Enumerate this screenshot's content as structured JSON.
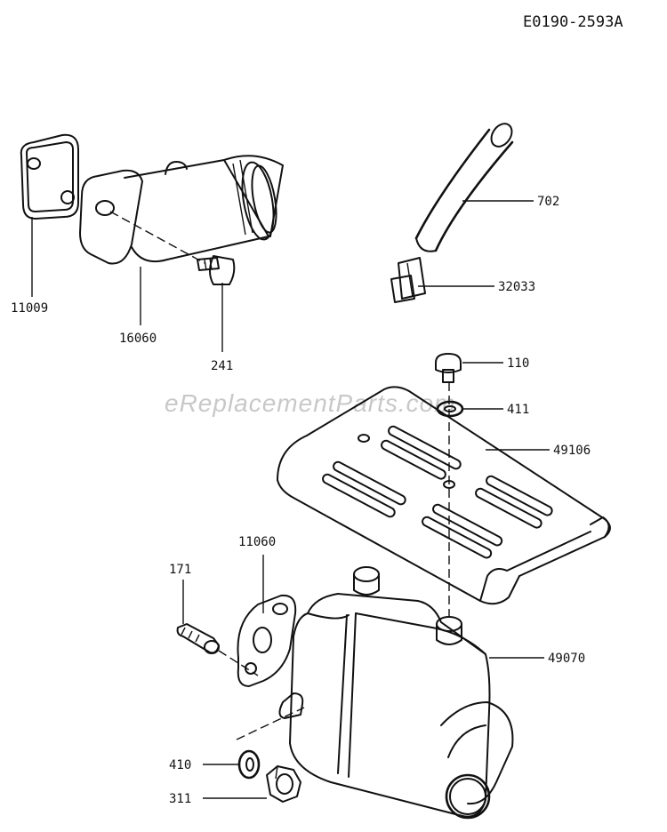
{
  "diagram_code": "E0190-2593A",
  "watermark": "eReplacementParts.com",
  "parts": [
    {
      "number": "11009"
    },
    {
      "number": "16060"
    },
    {
      "number": "241"
    },
    {
      "number": "702"
    },
    {
      "number": "32033"
    },
    {
      "number": "110"
    },
    {
      "number": "411"
    },
    {
      "number": "49106"
    },
    {
      "number": "11060"
    },
    {
      "number": "171"
    },
    {
      "number": "49070"
    },
    {
      "number": "410"
    },
    {
      "number": "311"
    }
  ]
}
